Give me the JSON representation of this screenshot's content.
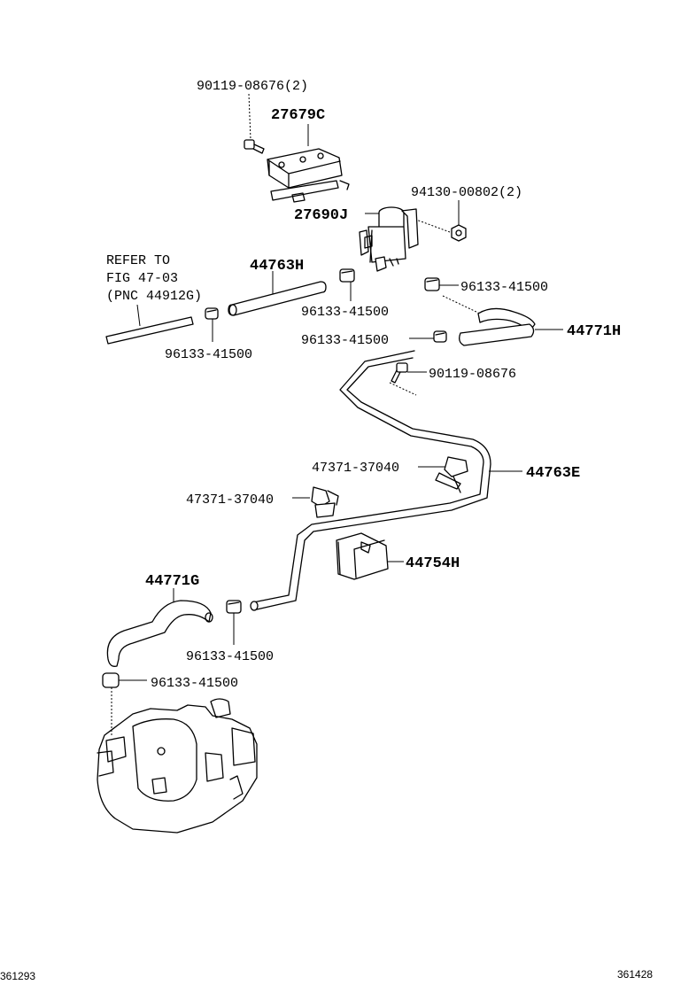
{
  "labels": {
    "bolt_top": "90119-08676(2)",
    "bracket": "27679C",
    "nut": "94130-00802(2)",
    "vsv": "27690J",
    "refer_1": "REFER TO",
    "refer_2": "FIG 47-03",
    "refer_3": "(PNC 44912G)",
    "hose_h_upper": "44763H",
    "clamp_a": "96133-41500",
    "clamp_b": "96133-41500",
    "clamp_c": "96133-41500",
    "clamp_d": "96133-41500",
    "hose_771h": "44771H",
    "bolt_mid": "90119-08676",
    "clip_right": "47371-37040",
    "pipe_e": "44763E",
    "clip_left": "47371-37040",
    "bracket_h": "44754H",
    "hose_771g": "44771G",
    "clamp_e": "96133-41500",
    "clamp_f": "96133-41500",
    "corner_left": "361293",
    "corner_right": "361428"
  }
}
